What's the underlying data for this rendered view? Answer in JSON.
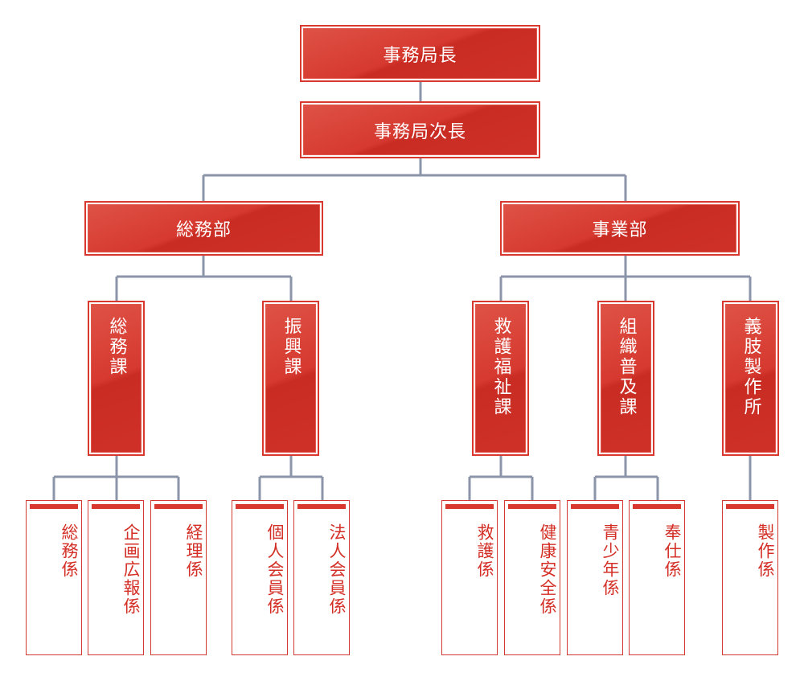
{
  "colors": {
    "box_red": "#d6392f",
    "line_gray": "#8b94a8",
    "leaf_text": "#d32f26"
  },
  "top": {
    "director": "事務局長",
    "deputy": "事務局次長"
  },
  "departments": {
    "general_affairs": "総務部",
    "business": "事業部"
  },
  "sections": {
    "general_affairs_section": "総務課",
    "promotion_section": "振興課",
    "relief_welfare_section": "救護福祉課",
    "organization_section": "組織普及課",
    "prosthetics_plant": "義肢製作所"
  },
  "units": {
    "general_unit": "総務係",
    "planning_pr_unit": "企画広報係",
    "accounting_unit": "経理係",
    "individual_member_unit": "個人会員係",
    "corporate_member_unit": "法人会員係",
    "relief_unit": "救護係",
    "health_safety_unit": "健康安全係",
    "youth_unit": "青少年係",
    "service_unit": "奉仕係",
    "production_unit": "製作係"
  }
}
